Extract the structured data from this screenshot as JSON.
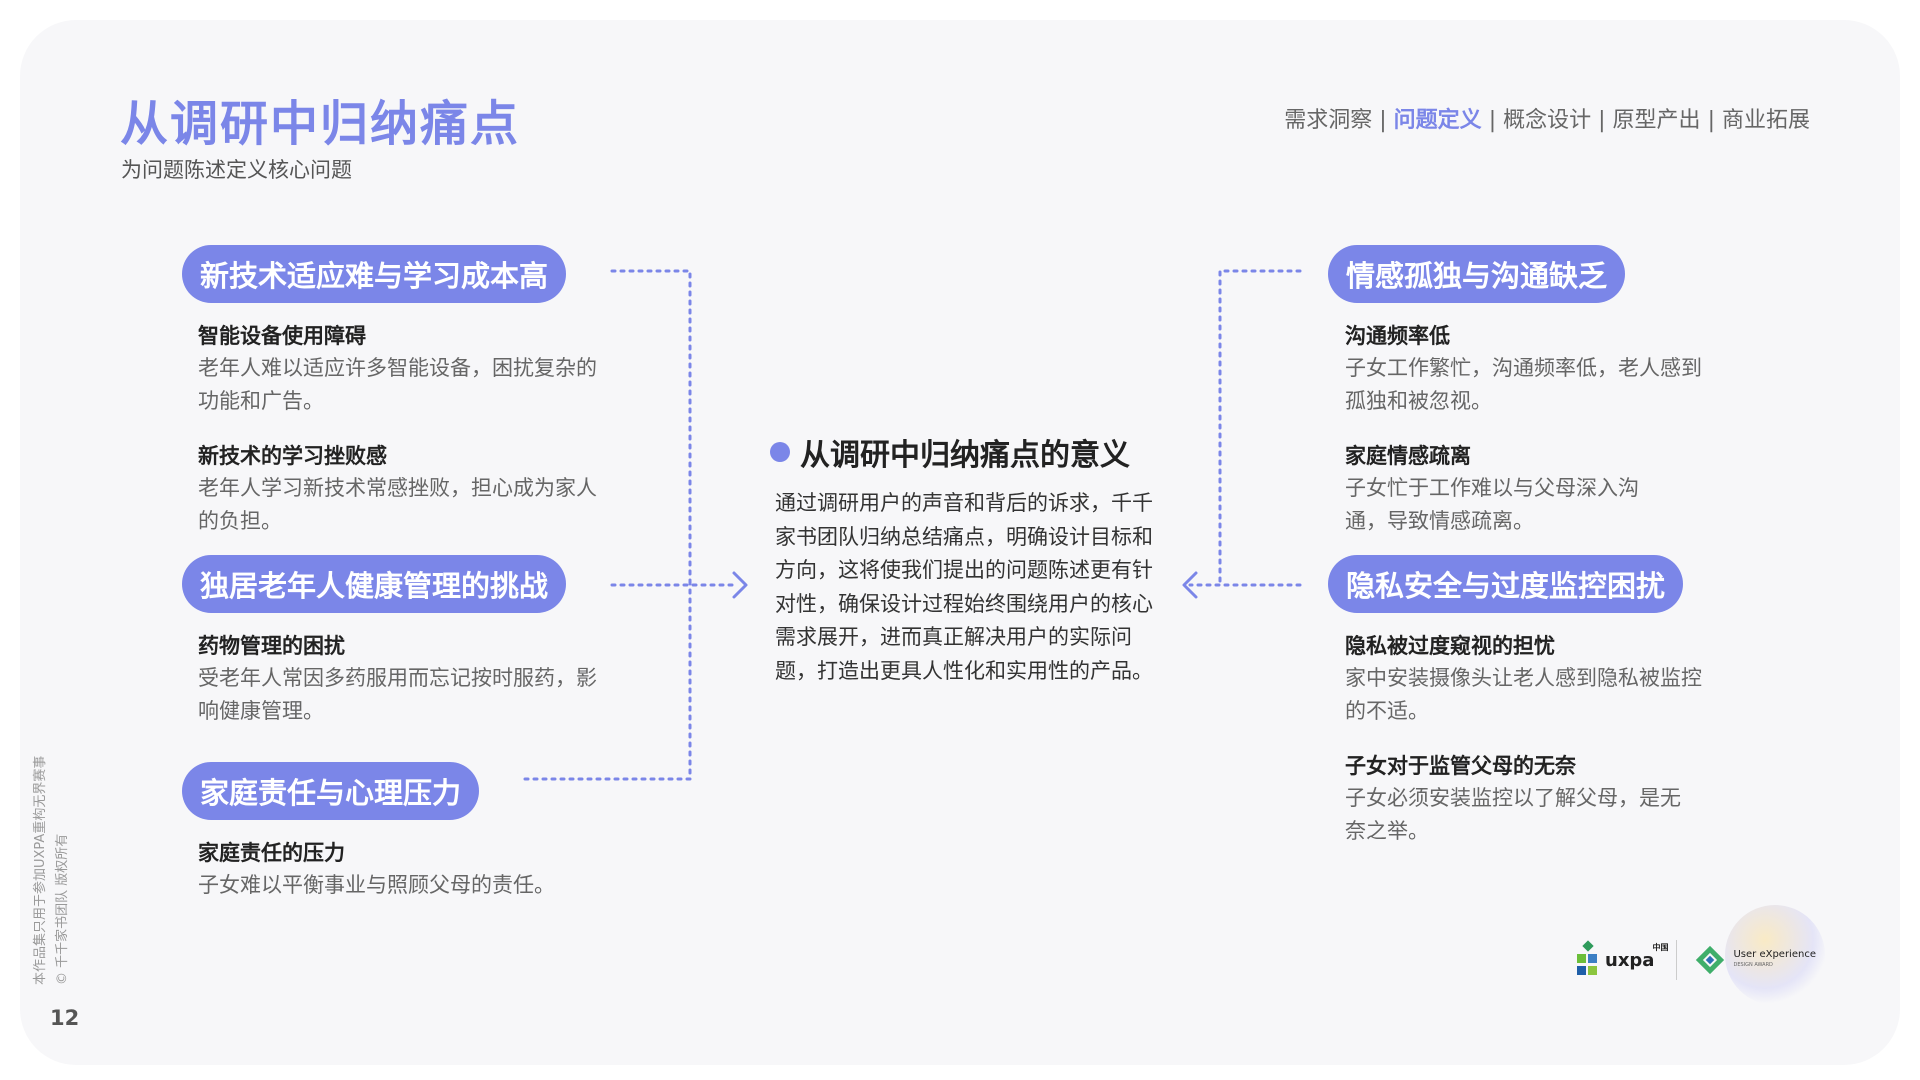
{
  "title": "从调研中归纳痛点",
  "subtitle": "为问题陈述定义核心问题",
  "nav": {
    "items": [
      "需求洞察",
      "问题定义",
      "概念设计",
      "原型产出",
      "商业拓展"
    ],
    "separator": "|",
    "active_index": 1
  },
  "left": [
    {
      "pill": "新技术适应难与学习成本高",
      "items": [
        {
          "heading": "智能设备使用障碍",
          "body": "老年人难以适应许多智能设备，困扰复杂的功能和广告。"
        },
        {
          "heading": "新技术的学习挫败感",
          "body": "老年人学习新技术常感挫败，担心成为家人的负担。"
        }
      ]
    },
    {
      "pill": "独居老年人健康管理的挑战",
      "items": [
        {
          "heading": "药物管理的困扰",
          "body": "受老年人常因多药服用而忘记按时服药，影响健康管理。"
        }
      ]
    },
    {
      "pill": "家庭责任与心理压力",
      "items": [
        {
          "heading": "家庭责任的压力",
          "body": "子女难以平衡事业与照顾父母的责任。"
        }
      ]
    }
  ],
  "center": {
    "heading": "从调研中归纳痛点的意义",
    "body": "通过调研用户的声音和背后的诉求，千千家书团队归纳总结痛点，明确设计目标和方向，这将使我们提出的问题陈述更有针对性，确保设计过程始终围绕用户的核心需求展开，进而真正解决用户的实际问题，打造出更具人性化和实用性的产品。"
  },
  "right": [
    {
      "pill": "情感孤独与沟通缺乏",
      "items": [
        {
          "heading": "沟通频率低",
          "body": "子女工作繁忙，沟通频率低，老人感到孤独和被忽视。"
        },
        {
          "heading": "家庭情感疏离",
          "body": "子女忙于工作难以与父母深入沟通，导致情感疏离。"
        }
      ]
    },
    {
      "pill": "隐私安全与过度监控困扰",
      "items": [
        {
          "heading": "隐私被过度窥视的担忧",
          "body": "家中安装摄像头让老人感到隐私被监控的不适。"
        },
        {
          "heading": "子女对于监管父母的无奈",
          "body": "子女必须安装监控以了解父母，是无奈之举。"
        }
      ]
    }
  ],
  "footer": {
    "vertical_note_line1": "本作品集只用于参加UXPA重构无界赛事",
    "vertical_note_line2": "© 千千家书团队 版权所有",
    "page_number": "12",
    "logo_uxpa": "uxpa",
    "logo_uxpa_cn": "中国",
    "logo_award_line1": "User eXperience",
    "logo_award_line2": "DESIGN AWARD"
  },
  "colors": {
    "accent": "#7b86e8",
    "background": "#f7f7f9"
  }
}
